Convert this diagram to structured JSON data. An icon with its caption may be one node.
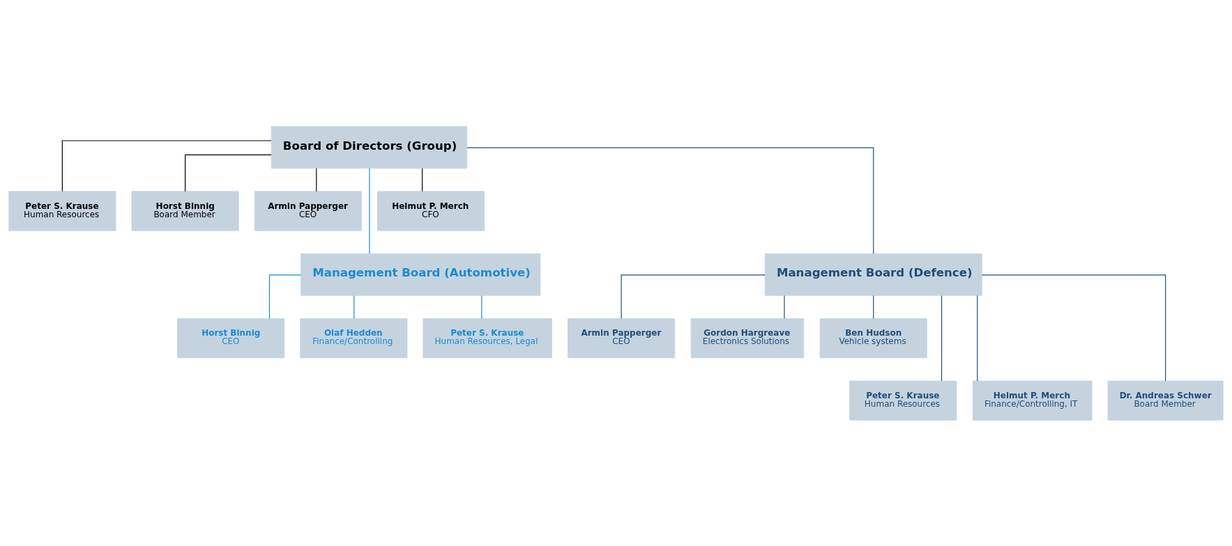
{
  "diagram": {
    "nodes": [
      {
        "text": [
          "Board of Directors (Group)"
        ]
      },
      {
        "text": [
          "Peter S. Krause",
          "Human Resources"
        ]
      },
      {
        "text": [
          "Horst Binnig",
          "Board Member"
        ]
      },
      {
        "text": [
          "Armin Papperger",
          "CEO"
        ]
      },
      {
        "text": [
          "Helmut P. Merch",
          "CFO"
        ]
      },
      {
        "text": [
          "Management Board (Automotive)"
        ]
      },
      {
        "text": [
          "Management Board (Defence)"
        ]
      },
      {
        "text": [
          "Horst Binnig",
          "CEO"
        ]
      },
      {
        "text": [
          "Olaf Hedden",
          "Finance/Controlling"
        ]
      },
      {
        "text": [
          "Peter S. Krause",
          "Human Resources, Legal"
        ]
      },
      {
        "text": [
          "Armin Papperger",
          "CEO"
        ]
      },
      {
        "text": [
          "Gordon Hargreave",
          "Electronics Solutions"
        ]
      },
      {
        "text": [
          "Ben Hudson",
          "Vehicle systems"
        ]
      },
      {
        "text": [
          "Peter S. Krause",
          "Human Resources"
        ]
      },
      {
        "text": [
          "Helmut P. Merch",
          "Finance/Controlling, IT"
        ]
      },
      {
        "text": [
          "Dr. Andreas Schwer",
          "Board Member"
        ]
      }
    ],
    "edges": [
      {
        "from": 0,
        "to": 1,
        "arrow": "none",
        "color": "#000000"
      },
      {
        "from": 0,
        "to": 2,
        "arrow": "none",
        "color": "#000000"
      },
      {
        "from": 0,
        "to": 3,
        "arrow": "none",
        "color": "#000000"
      },
      {
        "from": 0,
        "to": 4,
        "arrow": "none",
        "color": "#000000"
      },
      {
        "from": 0,
        "to": 5,
        "arrow": "none",
        "color": "#1a8ccf"
      },
      {
        "from": 0,
        "to": 6,
        "arrow": "none",
        "color": "#1f4e79"
      },
      {
        "from": 5,
        "to": 7,
        "arrow": "none",
        "color": "#1a8ccf"
      },
      {
        "from": 5,
        "to": 8,
        "arrow": "none",
        "color": "#1a8ccf"
      },
      {
        "from": 5,
        "to": 9,
        "arrow": "none",
        "color": "#1a8ccf"
      },
      {
        "from": 6,
        "to": 10,
        "arrow": "none",
        "color": "#1f4e79"
      },
      {
        "from": 6,
        "to": 11,
        "arrow": "none",
        "color": "#1f4e79"
      },
      {
        "from": 6,
        "to": 12,
        "arrow": "none",
        "color": "#1f4e79"
      },
      {
        "from": 6,
        "to": 13,
        "arrow": "none",
        "color": "#1f4e79"
      },
      {
        "from": 6,
        "to": 14,
        "arrow": "none",
        "color": "#1f4e79"
      },
      {
        "from": 6,
        "to": 15,
        "arrow": "none",
        "color": "#1f4e79"
      }
    ]
  }
}
